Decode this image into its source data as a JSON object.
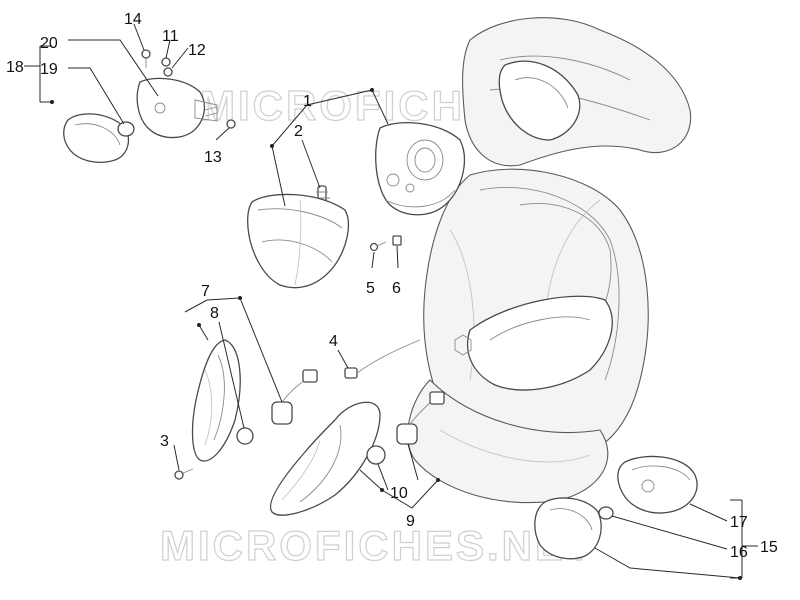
{
  "watermark_text": "MICROFICHES.NET",
  "callouts": {
    "c1": "1",
    "c2": "2",
    "c3": "3",
    "c4": "4",
    "c5": "5",
    "c6": "6",
    "c7": "7",
    "c8": "8",
    "c9": "9",
    "c10": "10",
    "c11": "11",
    "c12": "12",
    "c13": "13",
    "c14": "14",
    "c15": "15",
    "c16": "16",
    "c17": "17",
    "c18": "18",
    "c19": "19",
    "c20": "20"
  }
}
